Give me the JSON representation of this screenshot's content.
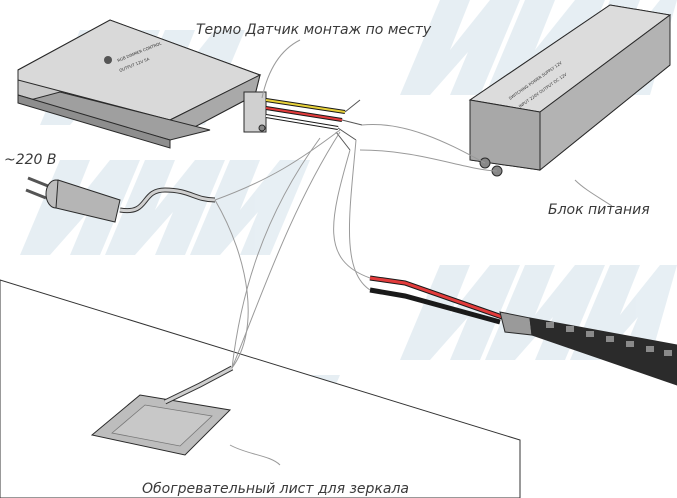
{
  "labels": {
    "thermo_sensor": "Термо Датчик монтаж по месту",
    "voltage": "~220 В",
    "power_supply": "Блок питания",
    "heating_sheet": "Обогревательный лист для зеркала"
  },
  "colors": {
    "watermark": "#c9dbe6",
    "wire_red": "#e23b3b",
    "wire_black": "#1a1a1a",
    "wire_yellow": "#e8d23a",
    "device_gray": "#bdbdbd",
    "led_strip": "#2b2b2b"
  },
  "icons": [
    "watermark-logo",
    "power-plug",
    "led-strip"
  ]
}
